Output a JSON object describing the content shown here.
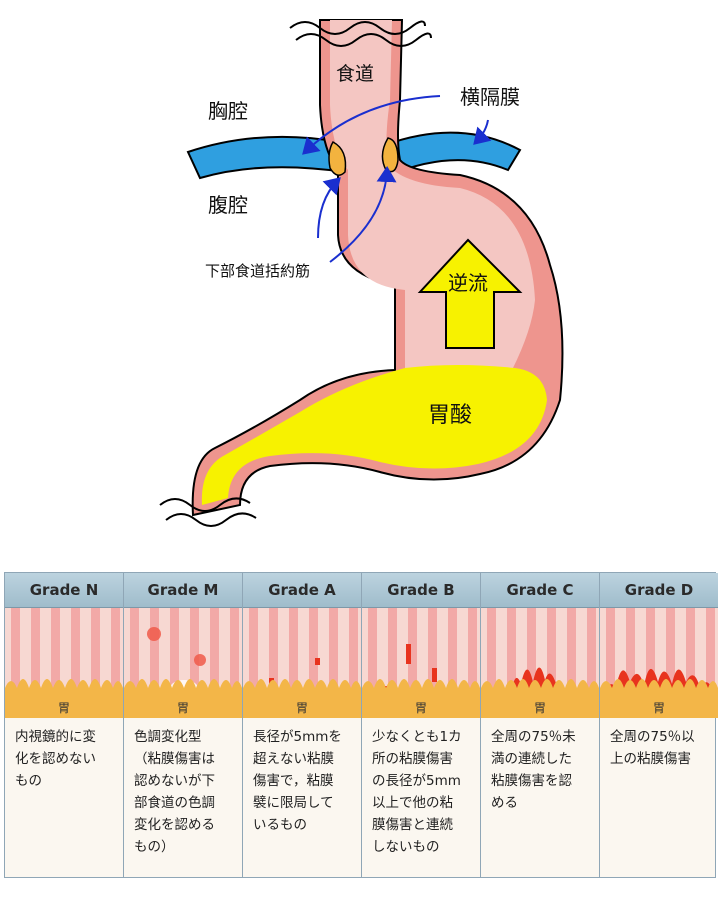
{
  "anatomy": {
    "labels": {
      "esophagus": "食道",
      "thoracic": "胸腔",
      "diaphragm": "横隔膜",
      "abdominal": "腹腔",
      "les": "下部食道括約筋",
      "reflux": "逆流",
      "acid": "胃酸"
    }
  },
  "grades": [
    {
      "title": "Grade N",
      "stomach": "胃",
      "desc": "内視鏡的に変\n化を認めない\nもの"
    },
    {
      "title": "Grade M",
      "stomach": "胃",
      "desc": "色調変化型\n（粘膜傷害は\n認めないが下\n部食道の色調\n変化を認める\nもの）"
    },
    {
      "title": "Grade A",
      "stomach": "胃",
      "desc": "長径が5mmを\n超えない粘膜\n傷害で，粘膜\n襞に限局して\nいるもの"
    },
    {
      "title": "Grade B",
      "stomach": "胃",
      "desc": "少なくとも1カ\n所の粘膜傷害\nの長径が5mm\n以上で他の粘\n膜傷害と連続\nしないもの"
    },
    {
      "title": "Grade C",
      "stomach": "胃",
      "desc": "全周の75％未\n満の連続した\n粘膜傷害を認\nめる"
    },
    {
      "title": "Grade D",
      "stomach": "胃",
      "desc": "全周の75％以\n上の粘膜傷害"
    }
  ],
  "colors": {
    "mucosa": "#f4c6c2",
    "wall": "#e98b84",
    "diaphragm": "#2f9fe0",
    "acid": "#f7f200",
    "arrow": "#1a2fcf",
    "header": "#a9c4d2",
    "lesion": "#e8331e"
  }
}
